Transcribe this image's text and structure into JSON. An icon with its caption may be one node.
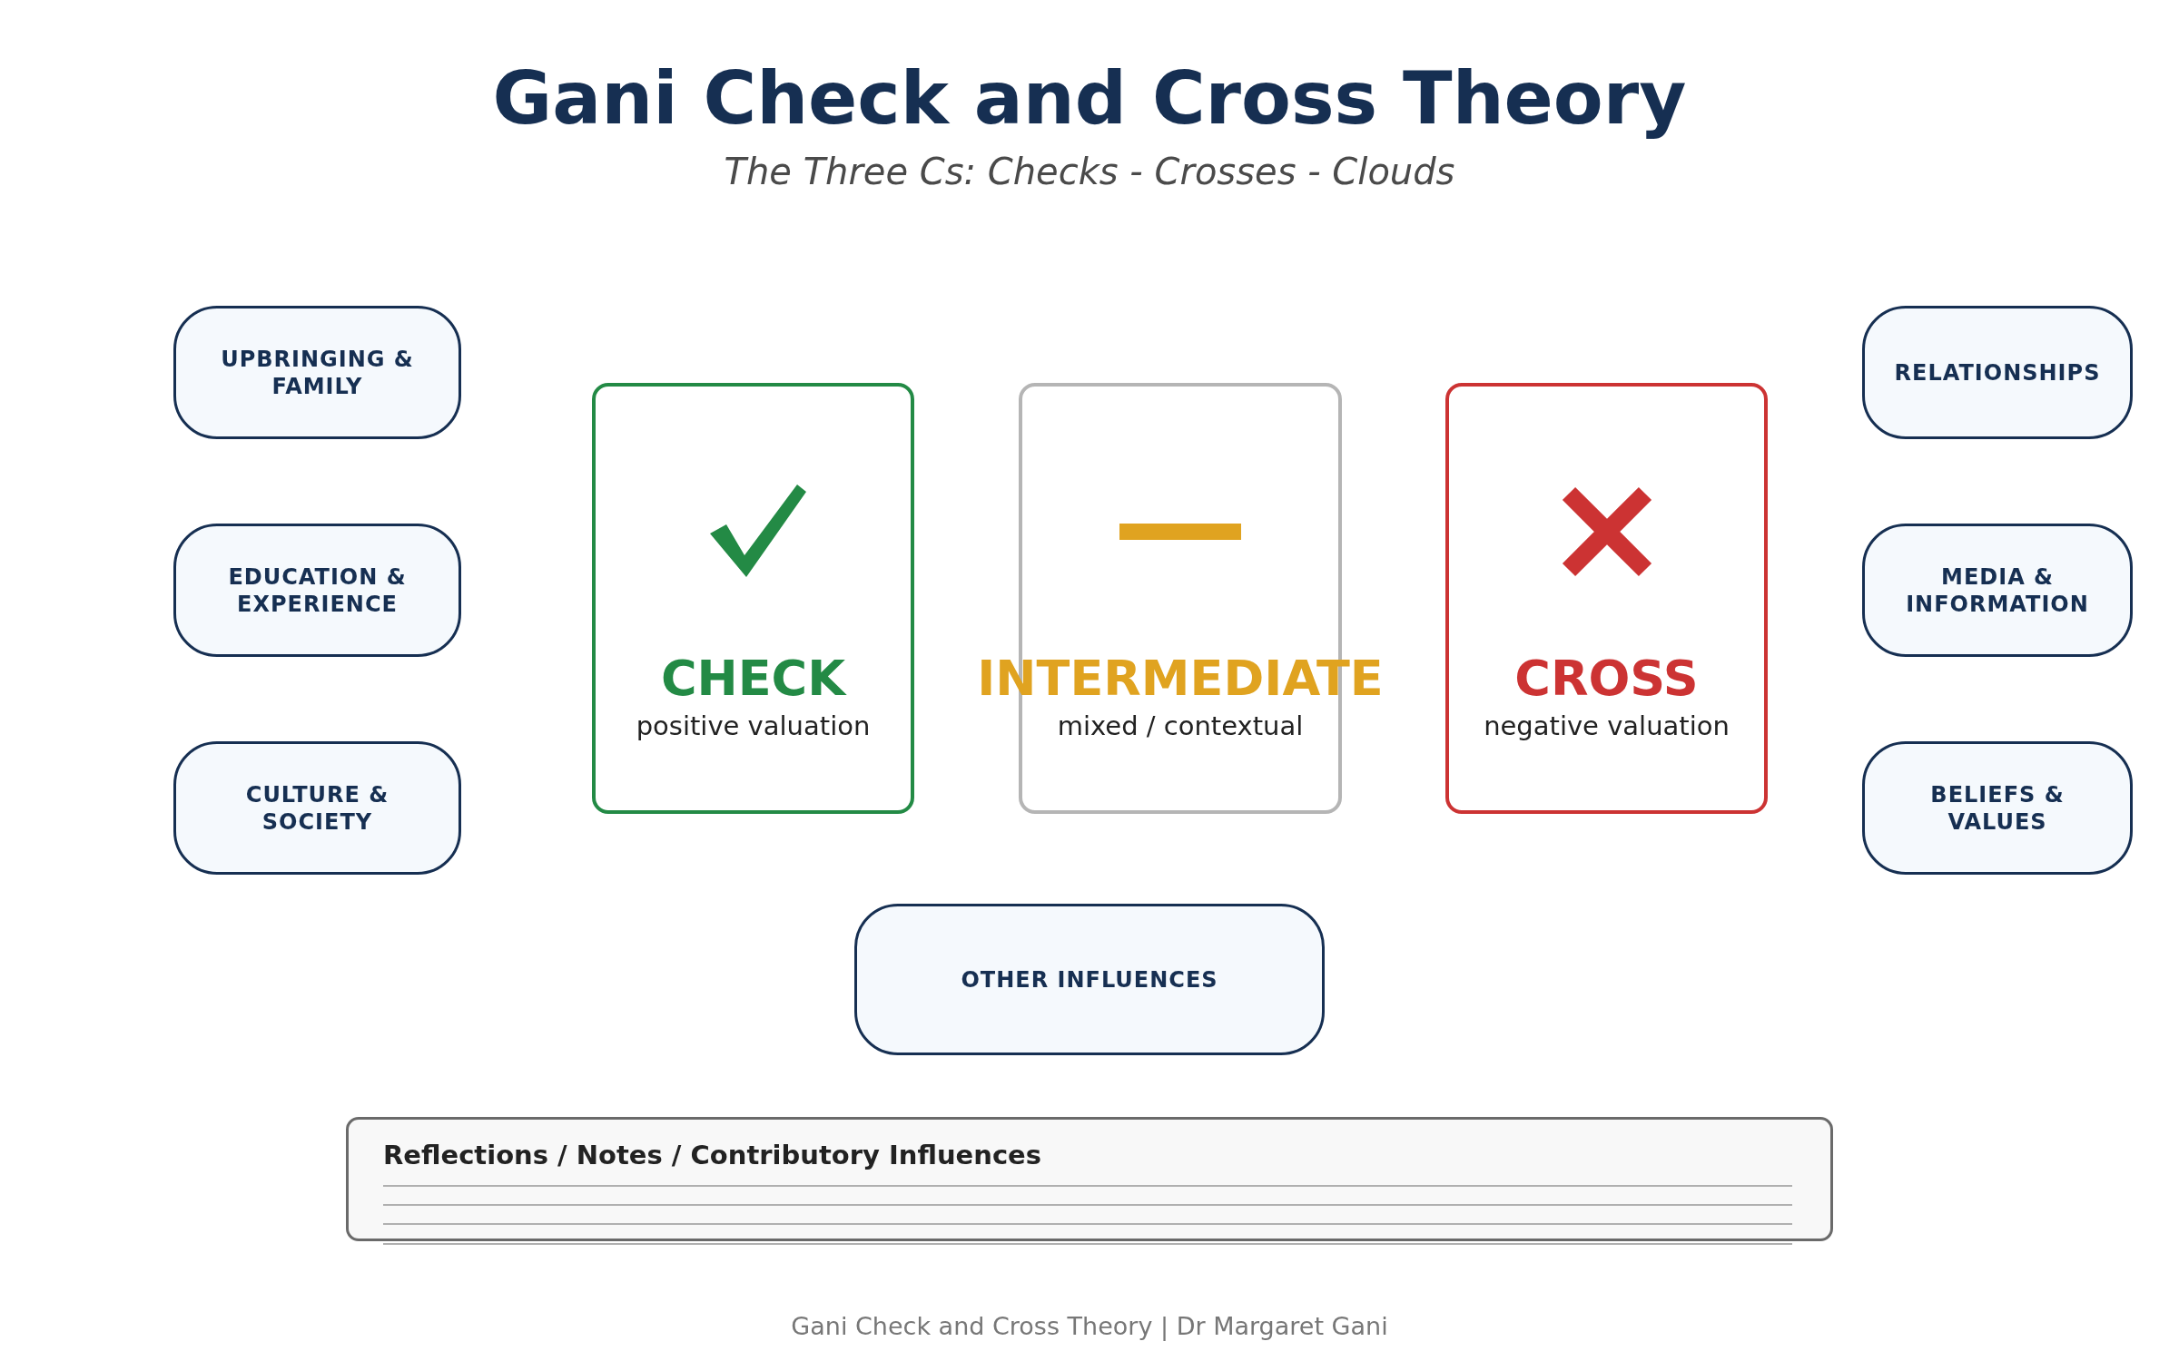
{
  "diagram": {
    "title": "Gani Check and Cross Theory",
    "nodes": [
      {
        "text": [
          "UPBRINGING & FAMILY"
        ]
      },
      {
        "text": [
          "EDUCATION & EXPERIENCE"
        ]
      },
      {
        "text": [
          "CULTURE & SOCIETY"
        ]
      },
      {
        "text": [
          "CHECK",
          "positive valuation"
        ]
      },
      {
        "text": [
          "INTERMEDIATE",
          "mixed / contextual"
        ]
      },
      {
        "text": [
          "CROSS",
          "negative valuation"
        ]
      },
      {
        "text": [
          "RELATIONSHIPS"
        ]
      },
      {
        "text": [
          "MEDIA & INFORMATION"
        ]
      },
      {
        "text": [
          "BELIEFS & VALUES"
        ]
      },
      {
        "text": [
          "OTHER INFLUENCES"
        ]
      },
      {
        "text": [
          "Reflections / Notes / Contributory Influences"
        ]
      }
    ],
    "edges": [],
    "labels": [
      "The Three Cs: Checks - Crosses - Clouds",
      "Gani Check and Cross Theory | Dr Margaret Gani"
    ]
  }
}
